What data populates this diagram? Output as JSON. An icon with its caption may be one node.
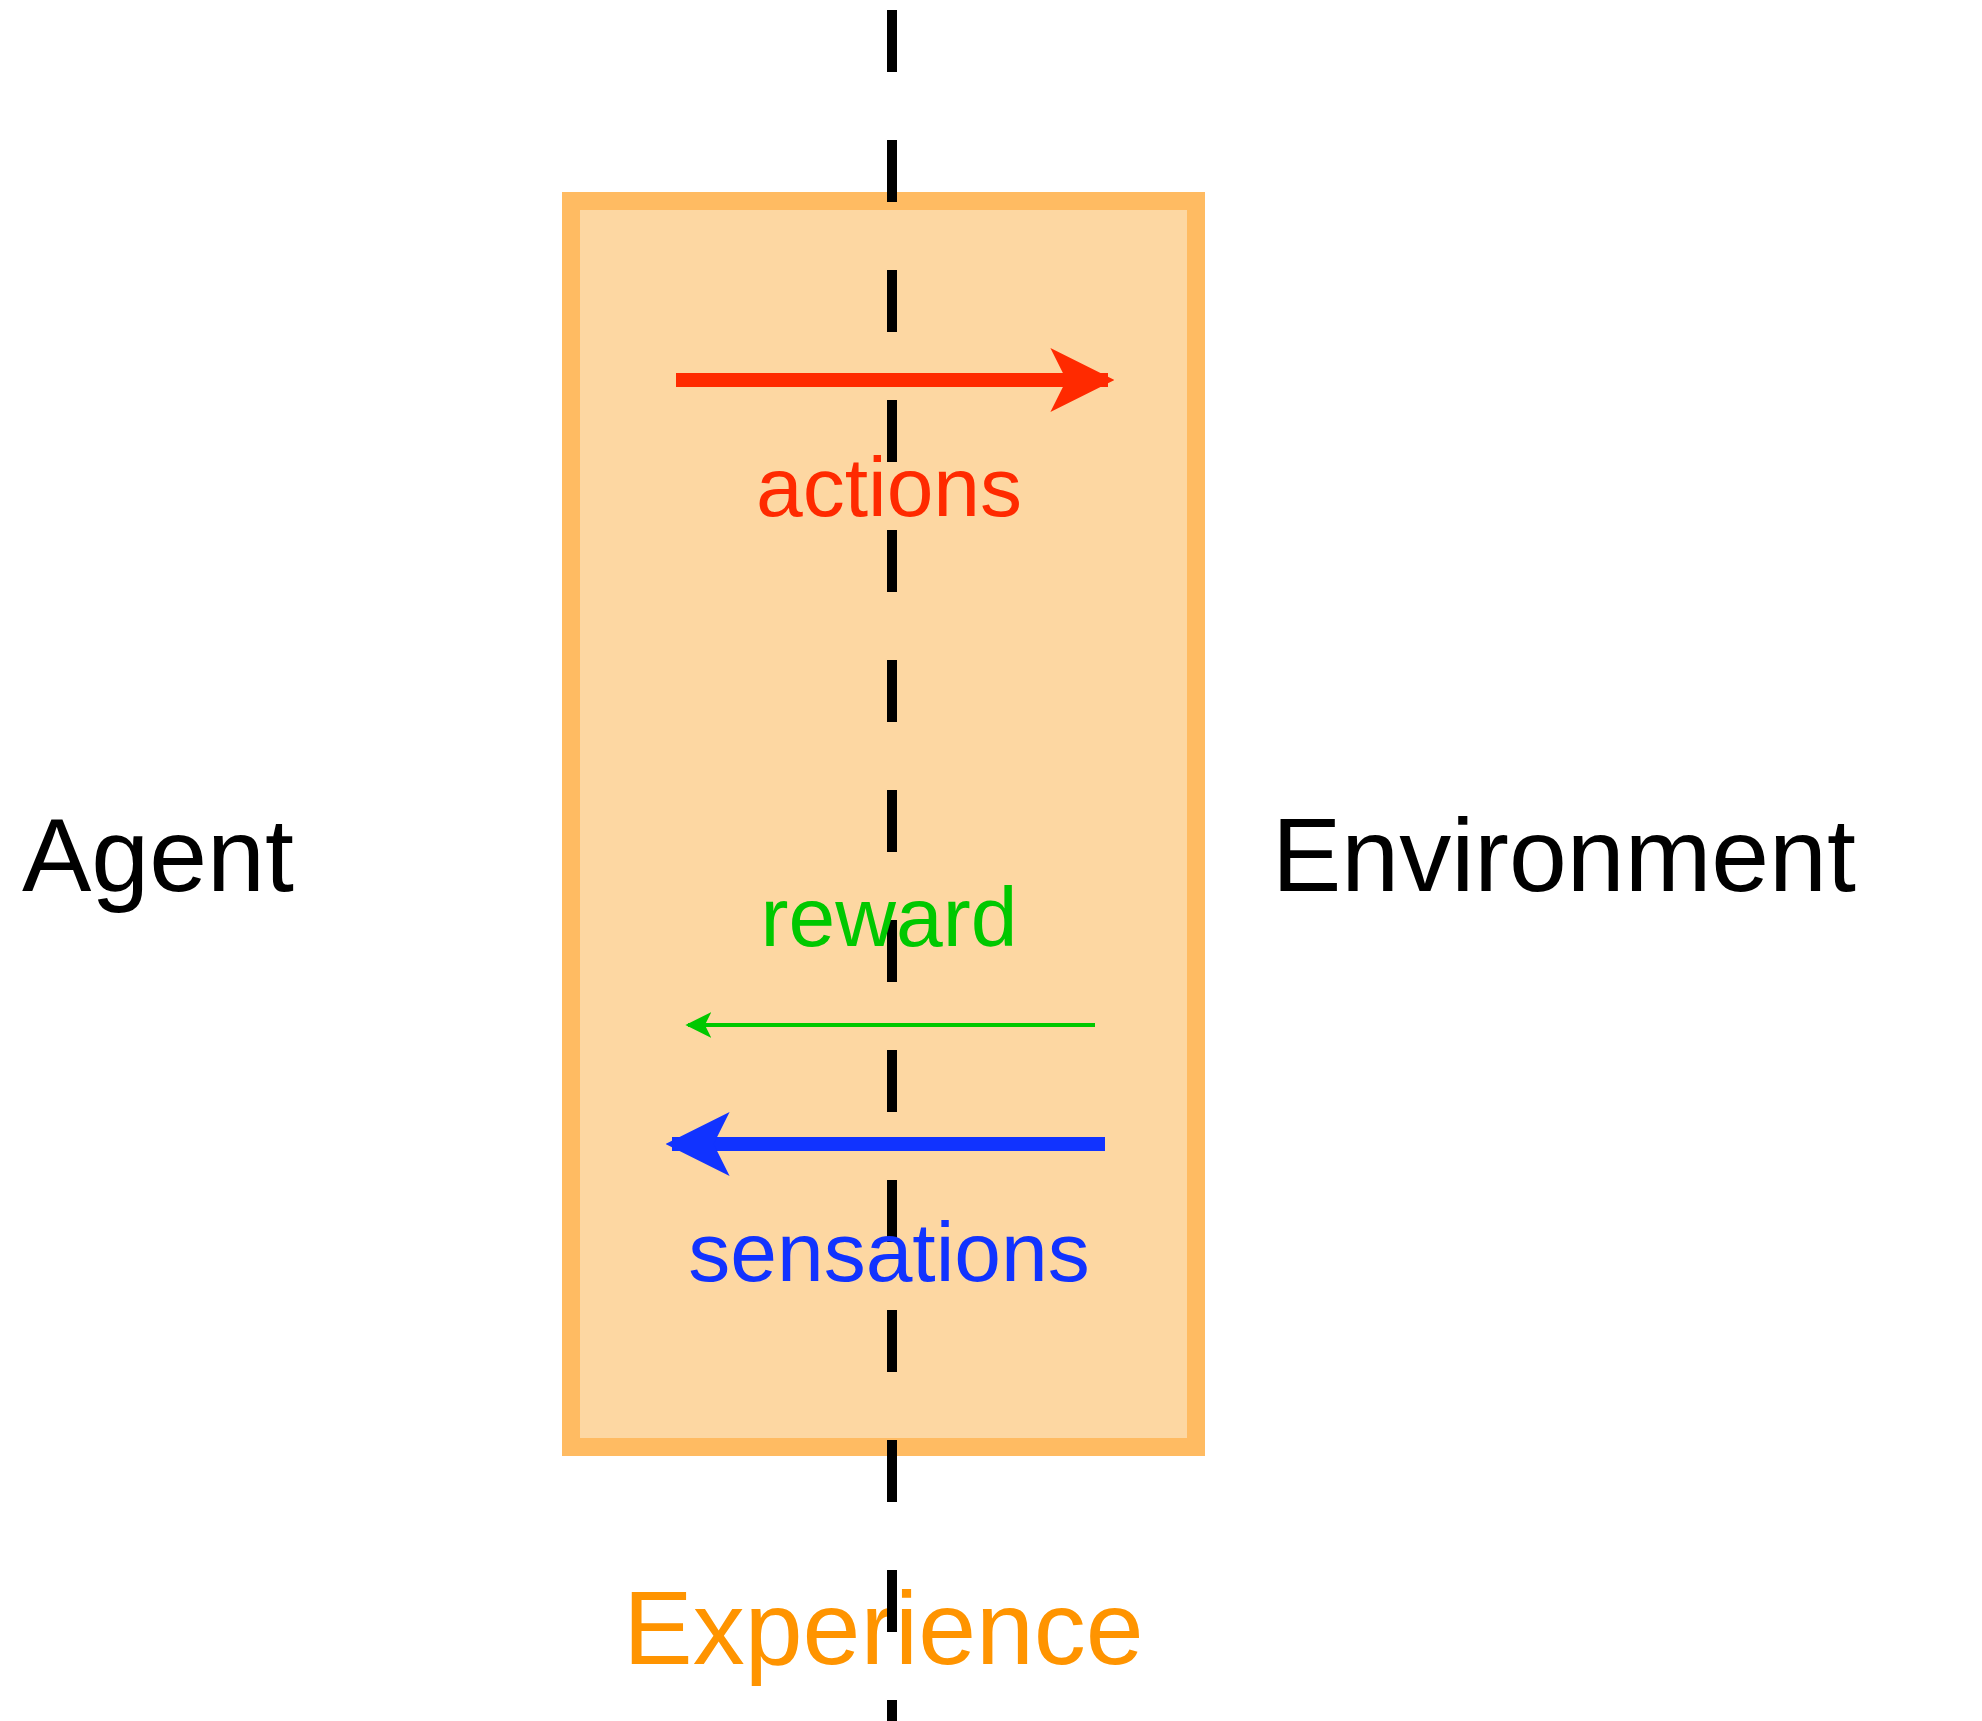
{
  "diagram": {
    "nodes": [
      {
        "text": [
          "Agent"
        ]
      },
      {
        "text": [
          "Experience"
        ]
      },
      {
        "text": [
          "Environment"
        ]
      }
    ],
    "labels": [
      "actions",
      "reward",
      "sensations"
    ]
  }
}
